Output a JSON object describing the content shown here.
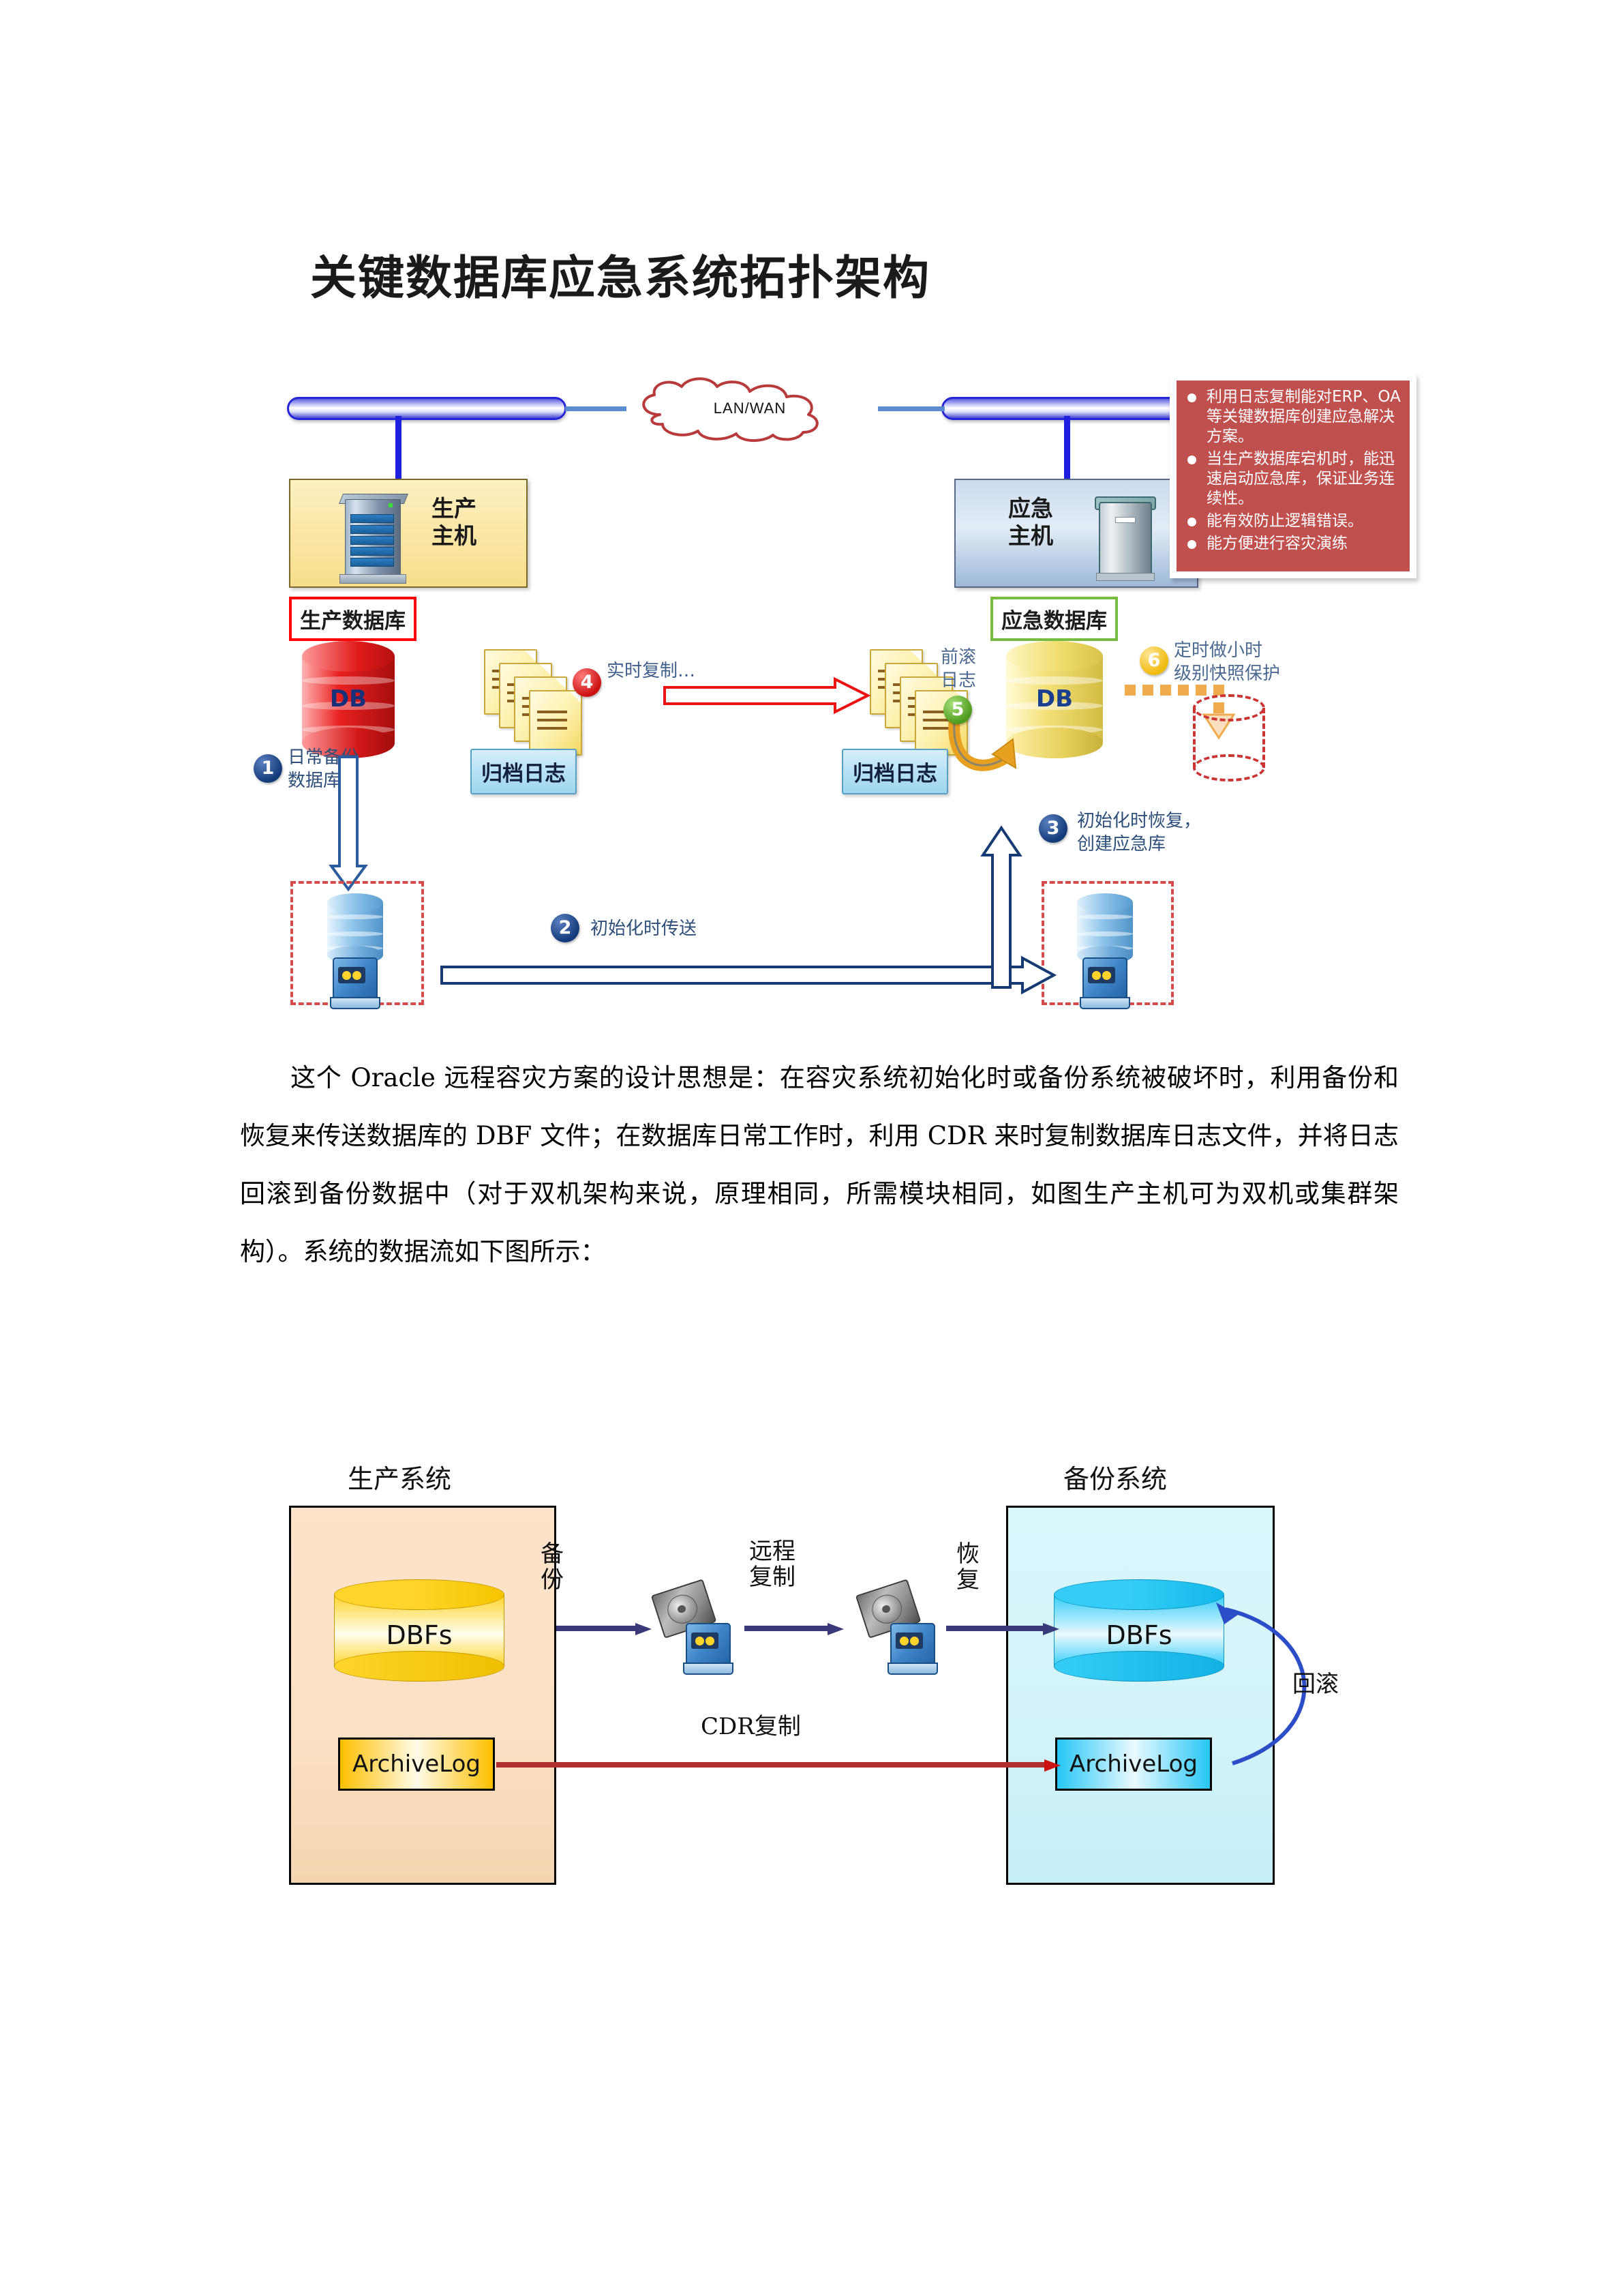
{
  "title": "关键数据库应急系统拓扑架构",
  "top_diagram": {
    "cloud_label": "LAN/WAN",
    "production_host_label": "生产\n主机",
    "dr_host_label": "应急\n主机",
    "production_db_label": "生产数据库",
    "dr_db_label": "应急数据库",
    "source_db_text": "DB",
    "target_db_text": "DB",
    "archive_log_left": "归档日志",
    "archive_log_right": "归档日志",
    "steps": [
      {
        "num": "1",
        "text": "日常备份\n数据库",
        "color": "#133a7a"
      },
      {
        "num": "2",
        "text": "初始化时传送",
        "color": "#133a7a"
      },
      {
        "num": "3",
        "text": "初始化时恢复，\n创建应急库",
        "color": "#133a7a"
      },
      {
        "num": "4",
        "text": "实时复制…",
        "color": "#cc1111"
      },
      {
        "num": "5",
        "text": "前滚\n日志",
        "color": "#4f9b1e"
      },
      {
        "num": "6",
        "text": "定时做小时\n级别快照保护",
        "color": "#f0b90d"
      }
    ],
    "callout": {
      "bg_color": "#c0504d",
      "items": [
        "利用日志复制能对ERP、OA等关键数据库创建应急解决方案。",
        "当生产数据库宕机时，能迅速启动应急库，保证业务连续性。",
        "能有效防止逻辑错误。",
        "能方便进行容灾演练"
      ]
    }
  },
  "paragraph": "这个 Oracle 远程容灾方案的设计思想是：在容灾系统初始化时或备份系统被破坏时，利用备份和恢复来传送数据库的 DBF 文件；在数据库日常工作时，利用 CDR 来时复制数据库日志文件，并将日志回滚到备份数据中（对于双机架构来说，原理相同，所需模块相同，如图生产主机可为双机或集群架构）。系统的数据流如下图所示：",
  "bottom_diagram": {
    "production_caption": "生产系统",
    "backup_caption": "备份系统",
    "production_box_color": "#fbe0c4",
    "backup_box_color": "#d3f4fa",
    "production_dbfs": "DBFs",
    "backup_dbfs": "DBFs",
    "production_archivelog": "ArchiveLog",
    "backup_archivelog": "ArchiveLog",
    "label_backup": "备\n份",
    "label_remote_copy": "远程\n复制",
    "label_restore": "恢\n复",
    "label_cdr": "CDR复制",
    "label_rollback": "回滚"
  }
}
